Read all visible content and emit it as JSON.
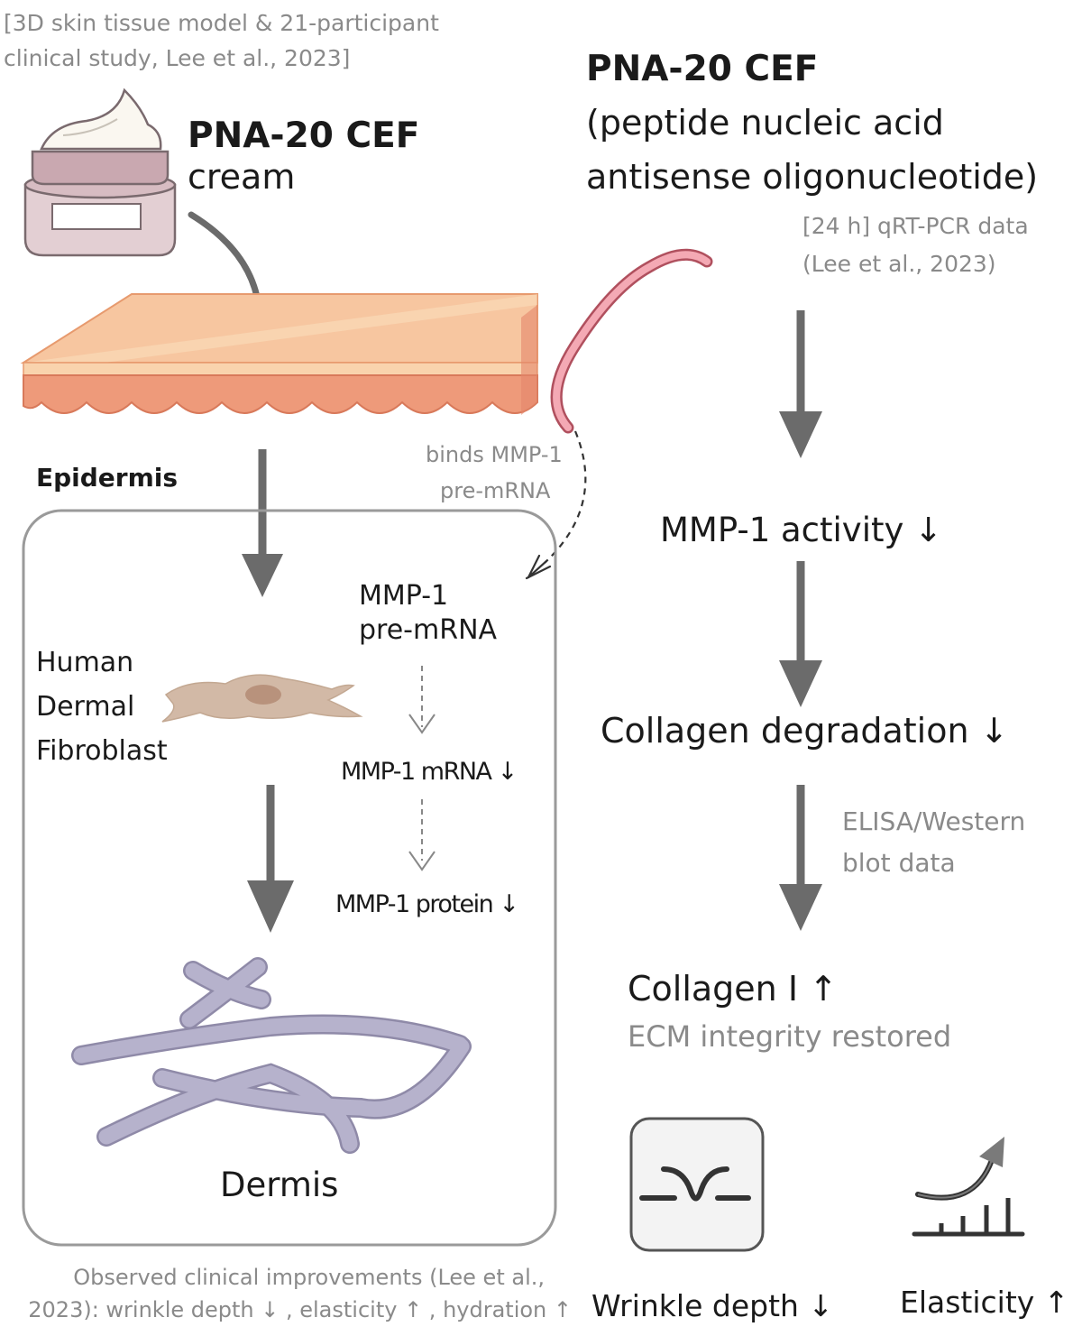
{
  "source_note": {
    "line1": "[3D skin tissue model & 21-participant",
    "line2": "clinical study, Lee et al., 2023]"
  },
  "cream": {
    "name": "PNA-20 CEF",
    "form": "cream"
  },
  "pna": {
    "name": "PNA-20 CEF",
    "desc1": "(peptide nucleic acid",
    "desc2": "antisense  oligonucleotide)"
  },
  "qrt": {
    "line1": "[24 h] qRT-PCR data",
    "line2": "(Lee et al., 2023)"
  },
  "binds": {
    "line1": "binds MMP-1",
    "line2": "pre-mRNA"
  },
  "epidermis_label": "Epidermis",
  "fibroblast": {
    "line1": "Human",
    "line2": "Dermal",
    "line3": "Fibroblast"
  },
  "premrna": {
    "line1": "MMP-1",
    "line2": "pre-mRNA"
  },
  "mrna_label": "MMP-1 mRNA ↓",
  "protein_label": "MMP-1 protein ↓",
  "dermis_label": "Dermis",
  "right_flow": {
    "activity": "MMP-1  activity ↓",
    "degradation": "Collagen degradation ↓",
    "elisa1": "ELISA/Western",
    "elisa2": "blot data",
    "collagen": "Collagen I ↑",
    "ecm": "ECM  integrity restored"
  },
  "clinical": {
    "line1": "Observed clinical improvements (Lee et al.,",
    "line2": "2023): wrinkle depth ↓ , elasticity ↑ , hydration ↑"
  },
  "outcomes": {
    "wrinkle": "Wrinkle depth ↓",
    "elasticity": "Elasticity ↑"
  },
  "colors": {
    "arrow": "#6b6b6b",
    "skin_top": "#f7c6a0",
    "skin_side": "#ee9a7a",
    "jar": "#e3cfd3",
    "fibroblast": "#d2b9a6",
    "collagen": "#b6b2cc",
    "pna_strand": "#e98796",
    "box_border": "#9a9a9a"
  }
}
